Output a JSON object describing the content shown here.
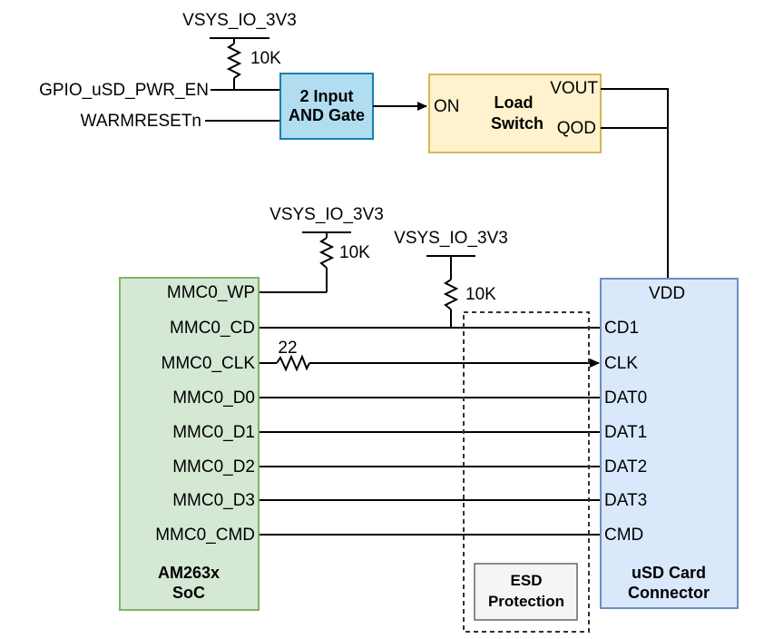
{
  "power": {
    "rail_label": "VSYS_IO_3V3",
    "pullup_value": "10K",
    "clk_series_value": "22"
  },
  "signals": {
    "pwr_en": "GPIO_uSD_PWR_EN",
    "warm_reset": "WARMRESETn"
  },
  "and_gate": {
    "title_line1": "2 Input",
    "title_line2": "AND Gate"
  },
  "load_switch": {
    "title_line1": "Load",
    "title_line2": "Switch",
    "pin_on": "ON",
    "pin_vout": "VOUT",
    "pin_qod": "QOD"
  },
  "soc": {
    "title_line1": "AM263x",
    "title_line2": "SoC",
    "pins": [
      "MMC0_WP",
      "MMC0_CD",
      "MMC0_CLK",
      "MMC0_D0",
      "MMC0_D1",
      "MMC0_D2",
      "MMC0_D3",
      "MMC0_CMD"
    ]
  },
  "usd_connector": {
    "title_line1": "uSD Card",
    "title_line2": "Connector",
    "pin_vdd": "VDD",
    "pins": [
      "CD1",
      "CLK",
      "DAT0",
      "DAT1",
      "DAT2",
      "DAT3",
      "CMD"
    ]
  },
  "esd": {
    "label_line1": "ESD",
    "label_line2": "Protection"
  },
  "colors": {
    "and_gate_fill": "#B1DDF0",
    "and_gate_stroke": "#1780B0",
    "load_switch_fill": "#FFF2CC",
    "load_switch_stroke": "#D6B656",
    "soc_fill": "#D5E8D4",
    "soc_stroke": "#82B366",
    "usd_fill": "#DAE8FC",
    "usd_stroke": "#6C8EBF",
    "esd_fill": "#F5F5F5",
    "esd_stroke": "#666666",
    "wire": "#000000"
  }
}
